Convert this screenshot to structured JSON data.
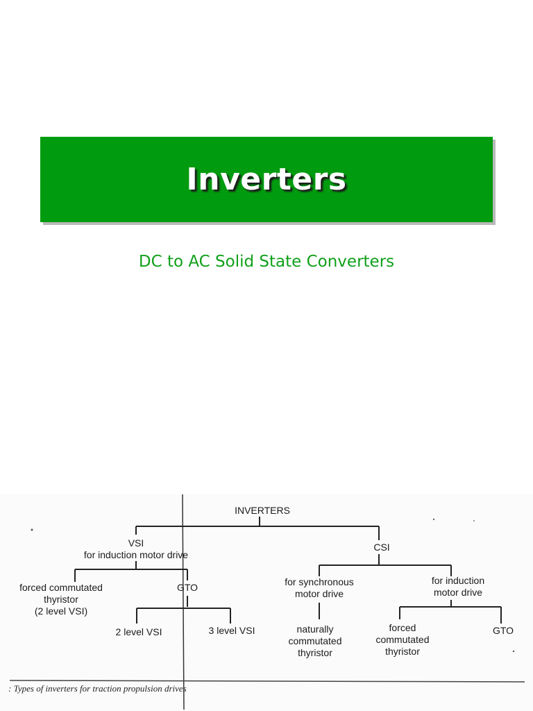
{
  "slide": {
    "title": "Inverters",
    "subtitle": "DC to AC Solid State Converters",
    "colors": {
      "banner": "#009b0f",
      "subtitle": "#10a01a",
      "title_text": "#ffffff"
    }
  },
  "diagram": {
    "root": "INVERTERS",
    "vsi": "VSI\nfor induction motor drive",
    "vsi_forced": "forced commutated\nthyristor\n(2 level VSI)",
    "vsi_gto": "GTO",
    "vsi_2level": "2 level VSI",
    "vsi_3level": "3 level VSI",
    "csi": "CSI",
    "csi_sync": "for synchronous\nmotor drive",
    "csi_induction": "for induction\nmotor drive",
    "csi_natural": "naturally\ncommutated\nthyristor",
    "csi_forced": "forced\ncommutated\nthyristor",
    "csi_gto": "GTO",
    "caption": ": Types of inverters for traction propulsion drives"
  }
}
